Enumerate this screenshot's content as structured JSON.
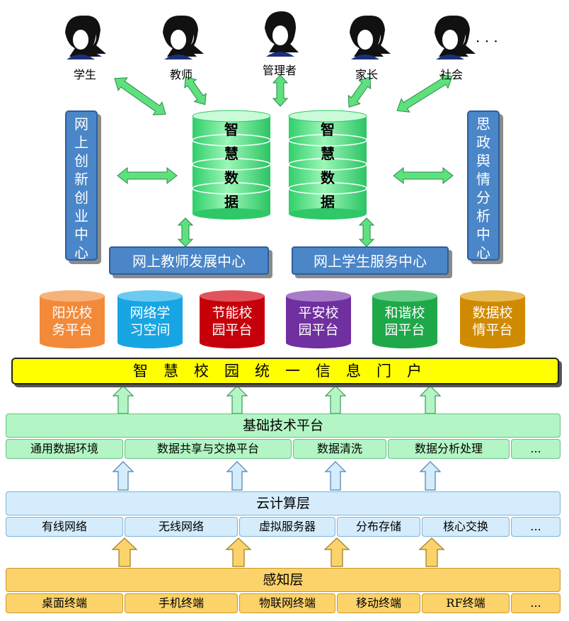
{
  "users": [
    {
      "label": "学生"
    },
    {
      "label": "教师"
    },
    {
      "label": "管理者"
    },
    {
      "label": "家长"
    },
    {
      "label": "社会"
    }
  ],
  "users_more": "· · ·",
  "left_center": "网\n上\n创\n新\n创\n业\n中\n心",
  "right_center": "思\n政\n舆\n情\n分\n析\n中\n心",
  "data_cylinders": [
    {
      "chars": [
        "智",
        "慧",
        "数",
        "据"
      ]
    },
    {
      "chars": [
        "智",
        "慧",
        "数",
        "据"
      ]
    }
  ],
  "teacher_center": "网上教师发展中心",
  "student_center": "网上学生服务中心",
  "platforms": [
    {
      "line1": "阳光校",
      "line2": "务平台",
      "color": "#f28a3a",
      "top": "#f7b27a"
    },
    {
      "line1": "网络学",
      "line2": "习空间",
      "color": "#17a5e3",
      "top": "#6ccaf2"
    },
    {
      "line1": "节能校",
      "line2": "园平台",
      "color": "#c6000b",
      "top": "#e2545c"
    },
    {
      "line1": "平安校",
      "line2": "园平台",
      "color": "#7030a0",
      "top": "#a77cc8"
    },
    {
      "line1": "和谐校",
      "line2": "园平台",
      "color": "#1ea84a",
      "top": "#6bd08a"
    },
    {
      "line1": "数据校",
      "line2": "情平台",
      "color": "#d08a00",
      "top": "#e8bd5a"
    }
  ],
  "portal": "智慧校园统一信息门户",
  "tech_layer": {
    "title": "基础技术平台",
    "items": [
      "通用数据环境",
      "数据共享与交换平台",
      "数据清洗",
      "数据分析处理",
      "..."
    ]
  },
  "cloud_layer": {
    "title": "云计算层",
    "items": [
      "有线网络",
      "无线网络",
      "虚拟服务器",
      "分布存储",
      "核心交换",
      "..."
    ]
  },
  "sense_layer": {
    "title": "感知层",
    "items": [
      "桌面终端",
      "手机终端",
      "物联网终端",
      "移动终端",
      "RF终端",
      "..."
    ]
  },
  "colors": {
    "center_box": "#4a86c8",
    "portal": "#ffff00",
    "tech": "#b3f5c4",
    "cloud": "#d4ecfb",
    "sense": "#fcd26a",
    "cylinder_green": "#3ee07a"
  }
}
